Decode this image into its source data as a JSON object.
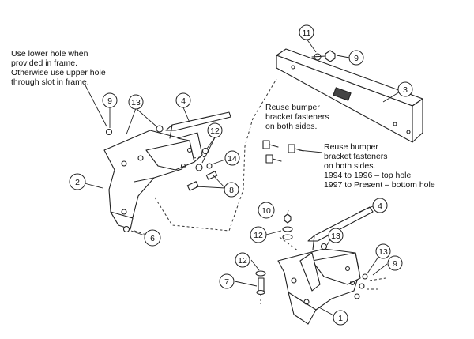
{
  "notes": {
    "frame_hole": "Use lower hole when\nprovided in frame.\nOtherwise use upper hole\nthrough slot in frame.",
    "reuse_top": "Reuse bumper\nbracket fasteners\non both sides.",
    "reuse_right": "Reuse bumper\nbracket fasteners\non both sides.\n1994 to 1996 – top hole\n1997 to Present – bottom hole"
  },
  "callouts": {
    "c1": "1",
    "c2": "2",
    "c3": "3",
    "c4a": "4",
    "c4b": "4",
    "c6": "6",
    "c7": "7",
    "c8": "8",
    "c9a": "9",
    "c9b": "9",
    "c9c": "9",
    "c10": "10",
    "c11": "11",
    "c12a": "12",
    "c12b": "12",
    "c12c": "12",
    "c13a": "13",
    "c13b": "13",
    "c13c": "13",
    "c14": "14"
  }
}
